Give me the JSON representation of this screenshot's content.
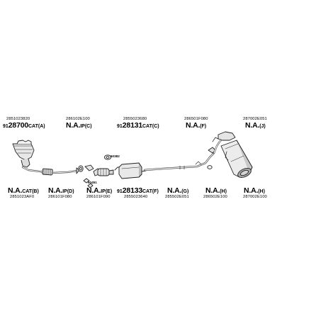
{
  "top_labels": [
    {
      "code": "2851023820",
      "part_lead": "91",
      "part_big": "28700",
      "part_suffix": "CAT(A)"
    },
    {
      "code": "286102E100",
      "part_lead": "",
      "part_big": "N.A.",
      "part_suffix": "IP(C)"
    },
    {
      "code": "2855023680",
      "part_lead": "91",
      "part_big": "28131",
      "part_suffix": "CAT(C)"
    },
    {
      "code": "286501F080",
      "part_lead": "",
      "part_big": "N.A.",
      "part_suffix": "(F)"
    },
    {
      "code": "287002E051",
      "part_lead": "",
      "part_big": "N.A.",
      "part_suffix": "(J)"
    }
  ],
  "bottom_labels": [
    {
      "part_lead": "",
      "part_big": "N.A.",
      "part_suffix": "CAT(B)",
      "code": "2851023AF0"
    },
    {
      "part_lead": "",
      "part_big": "N.A.",
      "part_suffix": "IP(D)",
      "code": "286101F080"
    },
    {
      "part_lead": "",
      "part_big": "N.A.",
      "part_suffix": "IP(E)",
      "code": "286101F090"
    },
    {
      "part_lead": "91",
      "part_big": "28133",
      "part_suffix": "CAT(F)",
      "code": "2855023640"
    },
    {
      "part_lead": "",
      "part_big": "N.A.",
      "part_suffix": "(G)",
      "code": "285502E051"
    },
    {
      "part_lead": "",
      "part_big": "N.A.",
      "part_suffix": "(H)",
      "code": "286502E100"
    },
    {
      "part_lead": "",
      "part_big": "N.A.",
      "part_suffix": "(H)",
      "code": "287002E100"
    }
  ],
  "small_tags": [
    {
      "text": "60382"
    },
    {
      "text": "60451"
    }
  ],
  "colors": {
    "line": "#222222",
    "part_fill": "#e6e6e6",
    "shadow": "#9a9a9a"
  }
}
